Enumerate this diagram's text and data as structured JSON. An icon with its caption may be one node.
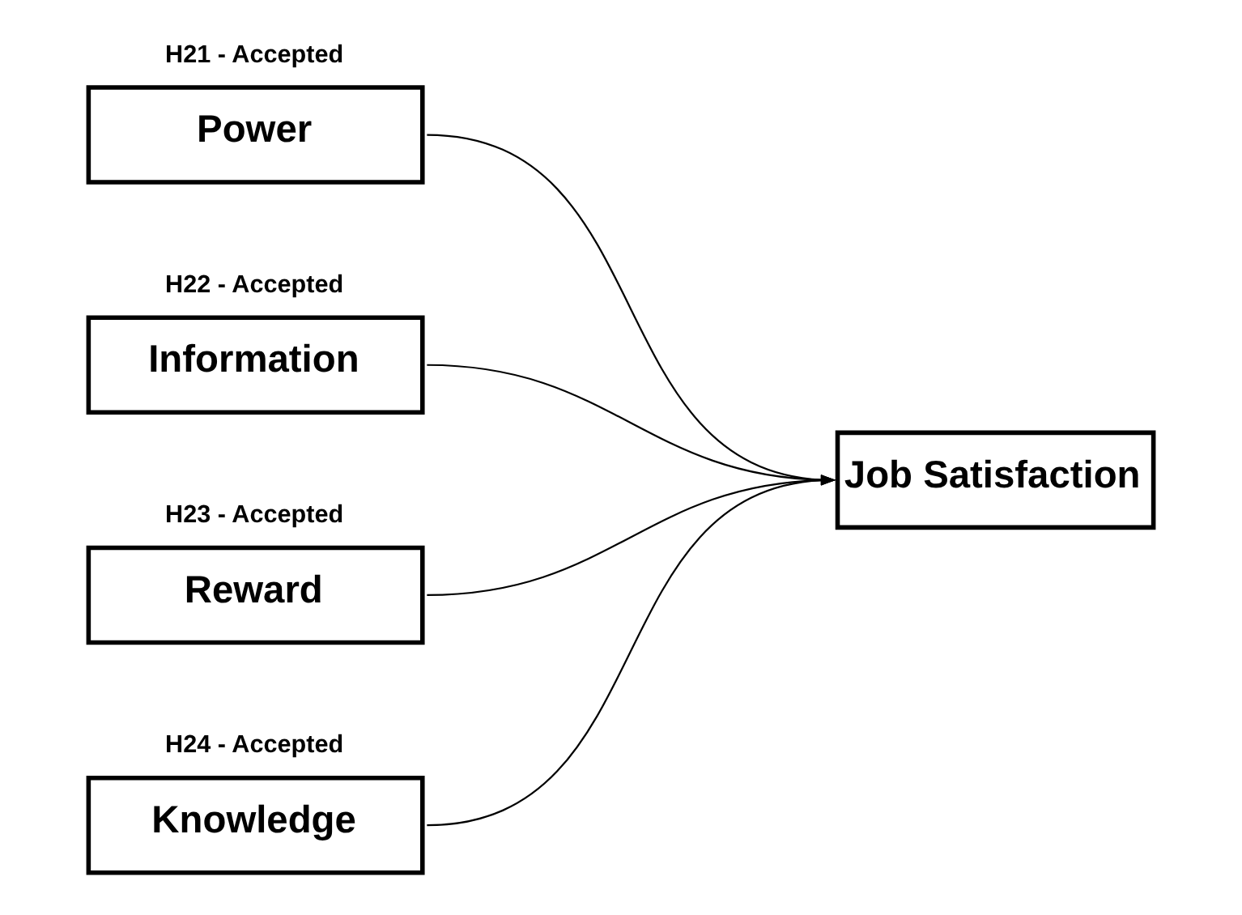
{
  "diagram": {
    "nodes": [
      {
        "text": [
          "Power"
        ],
        "beside": [
          "H21 - Accepted"
        ]
      },
      {
        "text": [
          "Information"
        ],
        "beside": [
          "H22 - Accepted"
        ]
      },
      {
        "text": [
          "Reward"
        ],
        "beside": [
          "H23 - Accepted"
        ]
      },
      {
        "text": [
          "Knowledge"
        ],
        "beside": [
          "H24 - Accepted"
        ]
      },
      {
        "text": [
          "Job Satisfaction"
        ]
      }
    ],
    "edges": [
      {
        "from": 0,
        "to": 4,
        "arrow": "to"
      },
      {
        "from": 1,
        "to": 4,
        "arrow": "to"
      },
      {
        "from": 2,
        "to": 4,
        "arrow": "to"
      },
      {
        "from": 3,
        "to": 4,
        "arrow": "to"
      }
    ]
  }
}
